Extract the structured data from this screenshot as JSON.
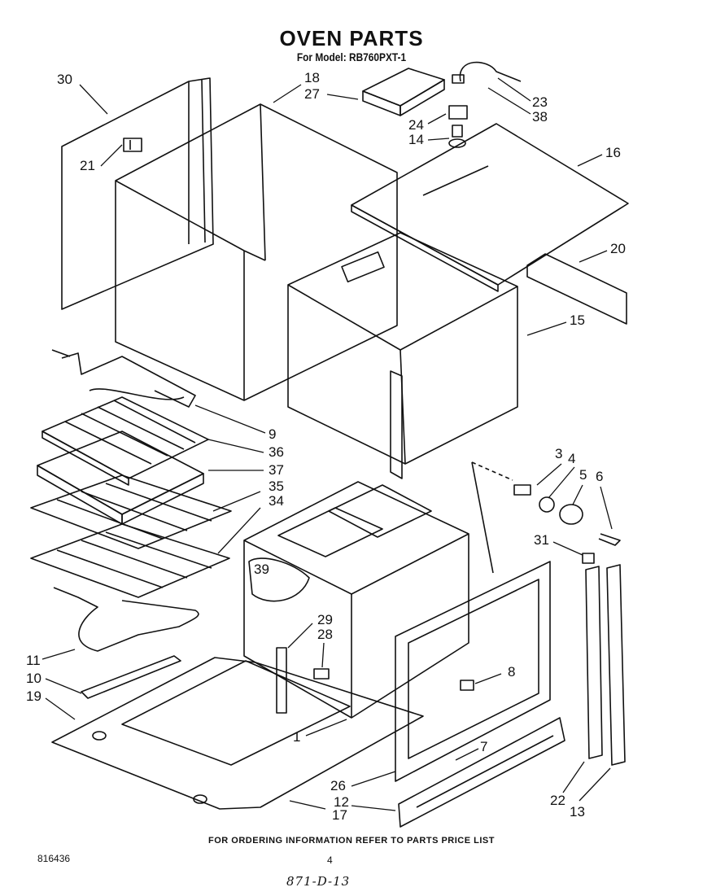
{
  "header": {
    "title": "OVEN PARTS",
    "subtitle": "For Model: RB760PXT-1"
  },
  "callouts": [
    {
      "id": "30",
      "text": "30"
    },
    {
      "id": "21",
      "text": "21"
    },
    {
      "id": "18",
      "text": "18"
    },
    {
      "id": "27",
      "text": "27"
    },
    {
      "id": "23",
      "text": "23"
    },
    {
      "id": "38",
      "text": "38"
    },
    {
      "id": "24",
      "text": "24"
    },
    {
      "id": "14",
      "text": "14"
    },
    {
      "id": "16",
      "text": "16"
    },
    {
      "id": "20",
      "text": "20"
    },
    {
      "id": "15",
      "text": "15"
    },
    {
      "id": "9",
      "text": "9"
    },
    {
      "id": "36",
      "text": "36"
    },
    {
      "id": "37",
      "text": "37"
    },
    {
      "id": "35",
      "text": "35"
    },
    {
      "id": "34",
      "text": "34"
    },
    {
      "id": "3",
      "text": "3"
    },
    {
      "id": "4",
      "text": "4"
    },
    {
      "id": "5",
      "text": "5"
    },
    {
      "id": "6",
      "text": "6"
    },
    {
      "id": "31",
      "text": "31"
    },
    {
      "id": "39",
      "text": "39"
    },
    {
      "id": "29",
      "text": "29"
    },
    {
      "id": "28",
      "text": "28"
    },
    {
      "id": "8",
      "text": "8"
    },
    {
      "id": "11",
      "text": "11"
    },
    {
      "id": "10",
      "text": "10"
    },
    {
      "id": "19",
      "text": "19"
    },
    {
      "id": "1",
      "text": "1"
    },
    {
      "id": "7",
      "text": "7"
    },
    {
      "id": "26",
      "text": "26"
    },
    {
      "id": "12",
      "text": "12"
    },
    {
      "id": "17",
      "text": "17"
    },
    {
      "id": "22",
      "text": "22"
    },
    {
      "id": "13",
      "text": "13"
    }
  ],
  "footer": {
    "ordering_note": "FOR ORDERING INFORMATION REFER TO PARTS PRICE LIST",
    "doc_number": "816436",
    "page_number": "4",
    "handwritten": "871-D-13"
  }
}
